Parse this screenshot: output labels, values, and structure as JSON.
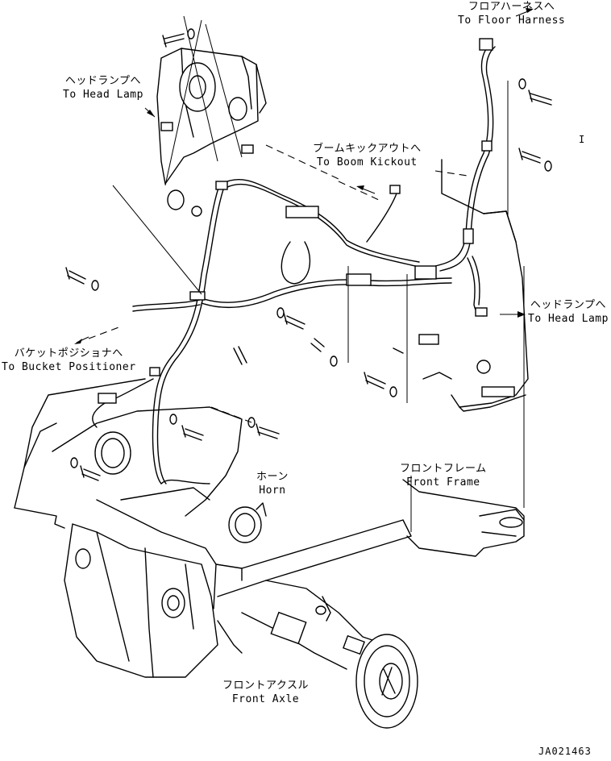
{
  "labels": {
    "floor_harness": {
      "jp": "フロアハーネスへ",
      "en": "To Floor Harness"
    },
    "head_lamp_left": {
      "jp": "ヘッドランプへ",
      "en": "To Head Lamp"
    },
    "boom_kickout": {
      "jp": "ブームキックアウトへ",
      "en": "To Boom Kickout"
    },
    "head_lamp_right": {
      "jp": "ヘッドランプへ",
      "en": "To Head Lamp"
    },
    "bucket_positioner": {
      "jp": "バケットポジショナへ",
      "en": "To Bucket Positioner"
    },
    "horn": {
      "jp": "ホーン",
      "en": "Horn"
    },
    "front_frame": {
      "jp": "フロントフレーム",
      "en": "Front Frame"
    },
    "front_axle": {
      "jp": "フロントアクスル",
      "en": "Front Axle"
    }
  },
  "drawing_code": "JA021463",
  "marks": {
    "ref_mark": "I"
  }
}
